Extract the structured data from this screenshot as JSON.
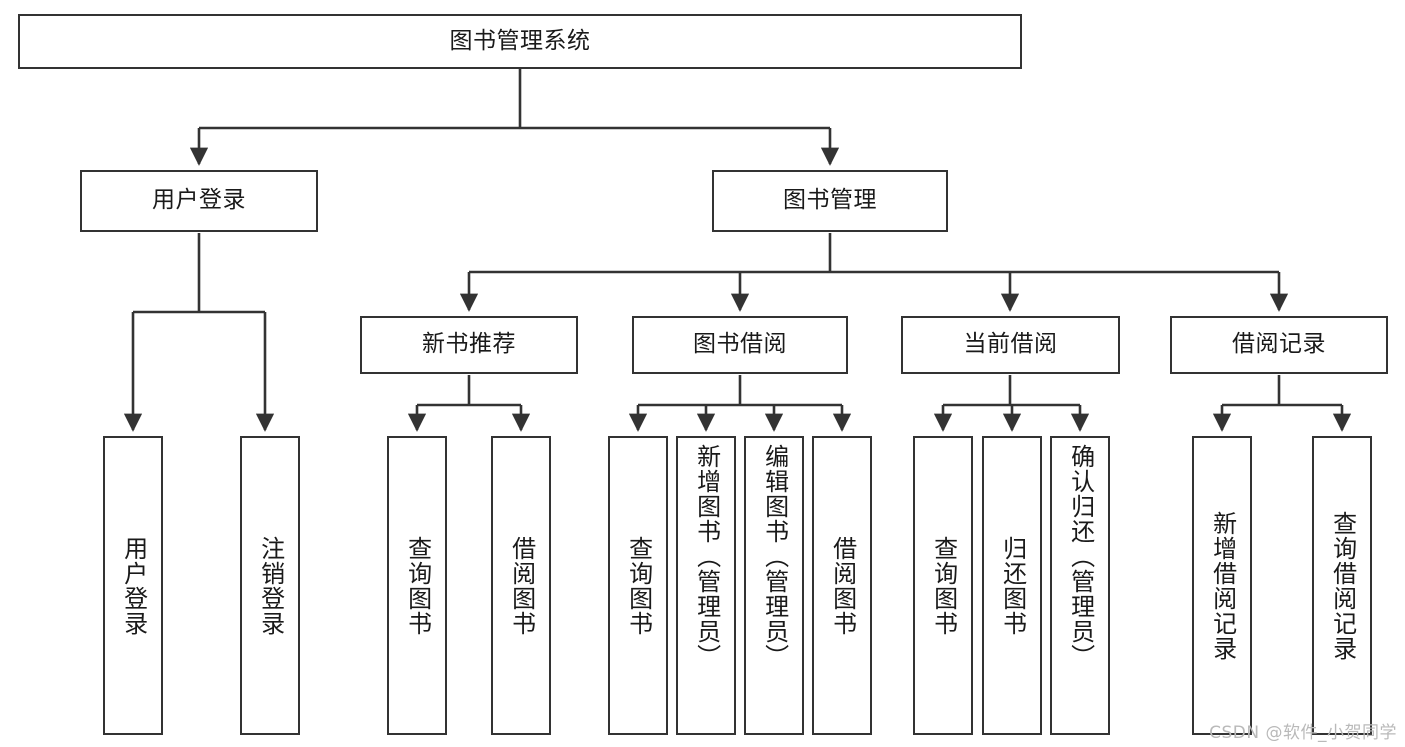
{
  "diagram": {
    "title": "图书管理系统",
    "type": "tree-hierarchy-chart",
    "line_color": "#333333",
    "box_fill": "#ffffff",
    "text_color": "#1a1a1a",
    "nodes": {
      "root": {
        "label": "图书管理系统"
      },
      "level2": [
        {
          "id": "user-login",
          "label": "用户登录"
        },
        {
          "id": "book-manage",
          "label": "图书管理"
        }
      ],
      "level3": [
        {
          "id": "new-book-rec",
          "label": "新书推荐"
        },
        {
          "id": "book-borrow",
          "label": "图书借阅"
        },
        {
          "id": "current-borrow",
          "label": "当前借阅"
        },
        {
          "id": "borrow-record",
          "label": "借阅记录"
        }
      ],
      "leaves": {
        "user_login": [
          {
            "id": "leaf-user-login",
            "label": "用户登录"
          },
          {
            "id": "leaf-logout-login",
            "label": "注销登录"
          }
        ],
        "new_book_rec": [
          {
            "id": "leaf-query-book-1",
            "label": "查询图书"
          },
          {
            "id": "leaf-borrow-book-1",
            "label": "借阅图书"
          }
        ],
        "book_borrow": [
          {
            "id": "leaf-query-book-2",
            "label": "查询图书"
          },
          {
            "id": "leaf-add-book",
            "label": "新增图书（管理员）"
          },
          {
            "id": "leaf-edit-book",
            "label": "编辑图书（管理员）"
          },
          {
            "id": "leaf-borrow-book-2",
            "label": "借阅图书"
          }
        ],
        "current_borrow": [
          {
            "id": "leaf-query-book-3",
            "label": "查询图书"
          },
          {
            "id": "leaf-return-book",
            "label": "归还图书"
          },
          {
            "id": "leaf-confirm-return",
            "label": "确认归还（管理员）"
          }
        ],
        "borrow_record": [
          {
            "id": "leaf-add-borrow-record",
            "label": "新增借阅记录"
          },
          {
            "id": "leaf-query-borrow-record",
            "label": "查询借阅记录"
          }
        ]
      }
    }
  },
  "watermark": {
    "text": "CSDN @软件_小贺同学"
  }
}
